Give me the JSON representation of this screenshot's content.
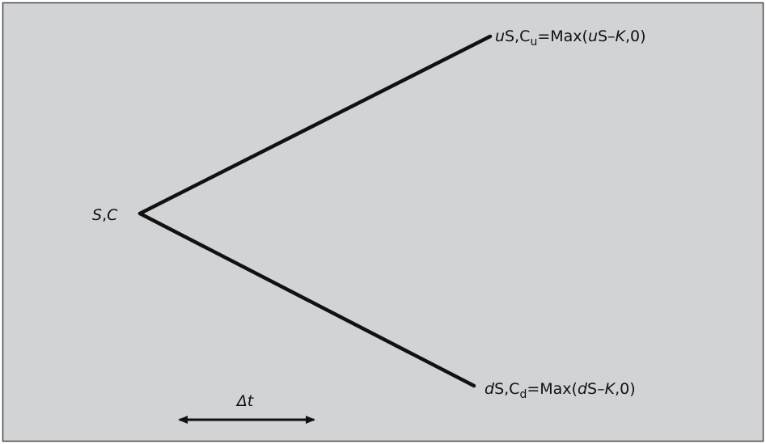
{
  "colors": {
    "background": "#d2d3d5",
    "border": "#4a4a4a",
    "line": "#111111"
  },
  "nodes": {
    "root": {
      "S": "S",
      "comma": ",",
      "C": "C"
    },
    "up": {
      "factor": "u",
      "S": "S",
      "comma1": ",",
      "C": "C",
      "sub": "u",
      "eq": "=Max(",
      "factor2": "u",
      "S2": "S–",
      "K": "K",
      "tail": ",0)"
    },
    "down": {
      "factor": "d",
      "S": "S",
      "comma1": ",",
      "C": "C",
      "sub": "d",
      "eq": "=Max(",
      "factor2": "d",
      "S2": "S–",
      "K": "K",
      "tail": ",0)"
    }
  },
  "time_step": {
    "label": "Δt"
  }
}
